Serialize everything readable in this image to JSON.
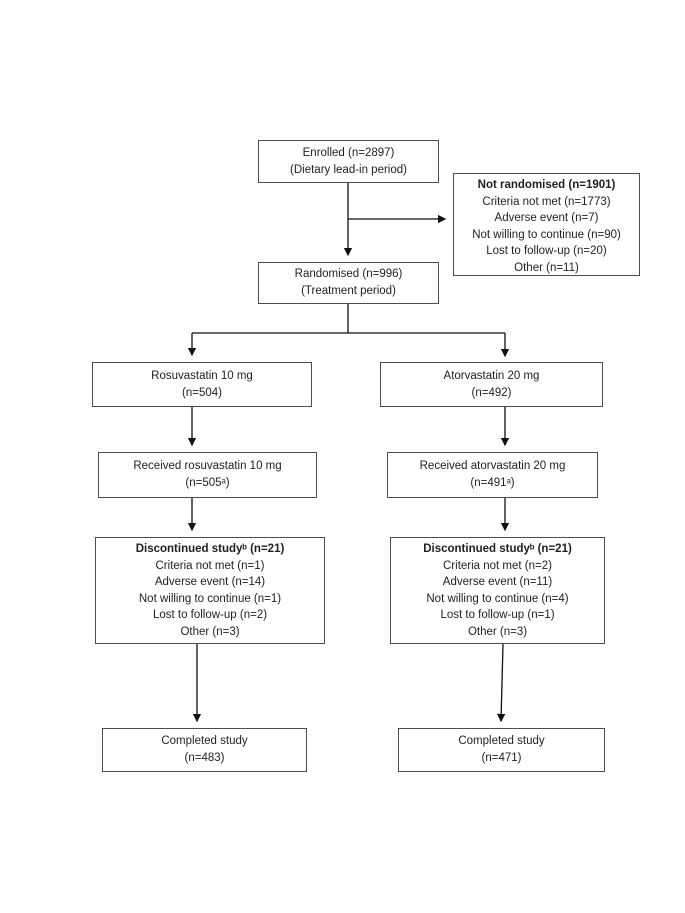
{
  "diagram": {
    "boxes": {
      "enrolled": {
        "line1": "Enrolled (n=2897)",
        "line2": "(Dietary lead-in period)"
      },
      "not_randomised": {
        "title": "Not randomised (n=1901)",
        "items": [
          "Criteria not met (n=1773)",
          "Adverse event (n=7)",
          "Not willing to continue (n=90)",
          "Lost to follow-up (n=20)",
          "Other (n=11)"
        ]
      },
      "randomised": {
        "line1": "Randomised (n=996)",
        "line2": "(Treatment period)"
      },
      "rosuvastatin_arm": {
        "line1": "Rosuvastatin 10 mg",
        "line2": "(n=504)"
      },
      "atorvastatin_arm": {
        "line1": "Atorvastatin 20 mg",
        "line2": "(n=492)"
      },
      "received_rosuvastatin": {
        "line1": "Received rosuvastatin 10 mg",
        "line2": "(n=505ᵃ)"
      },
      "received_atorvastatin": {
        "line1": "Received atorvastatin 20 mg",
        "line2": "(n=491ᵃ)"
      },
      "discontinued_rosuvastatin": {
        "title": "Discontinued studyᵇ (n=21)",
        "items": [
          "Criteria not met (n=1)",
          "Adverse event (n=14)",
          "Not willing to continue (n=1)",
          "Lost to follow-up (n=2)",
          "Other (n=3)"
        ]
      },
      "discontinued_atorvastatin": {
        "title": "Discontinued studyᵇ (n=21)",
        "items": [
          "Criteria not met (n=2)",
          "Adverse event (n=11)",
          "Not willing to continue (n=4)",
          "Lost to follow-up (n=1)",
          "Other (n=3)"
        ]
      },
      "completed_rosuvastatin": {
        "line1": "Completed study",
        "line2": "(n=483)"
      },
      "completed_atorvastatin": {
        "line1": "Completed study",
        "line2": "(n=471)"
      }
    },
    "colors": {
      "background": "#ffffff",
      "box_border": "#4d4d4d",
      "connector": "#111111",
      "text": "#1f1f1f"
    }
  }
}
